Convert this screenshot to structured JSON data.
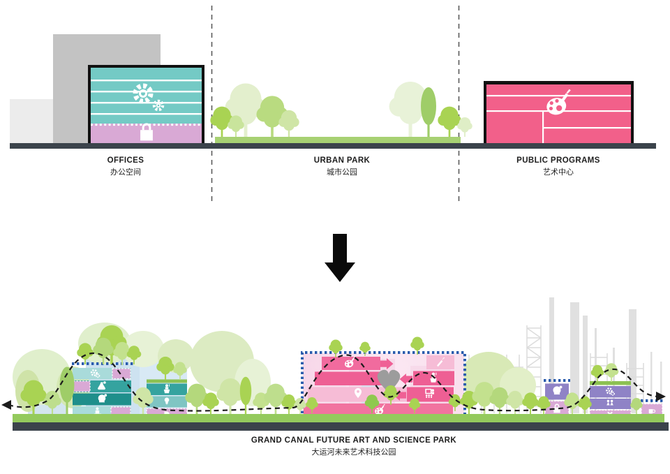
{
  "top_sections": [
    {
      "id": "offices",
      "label": "OFFICES",
      "label_zh": "办公空间",
      "icons": [
        "gears-icon",
        "shopping-bag-icon"
      ],
      "colors": {
        "facade": "#74cac5",
        "base_band": "#d9a9d5",
        "context": "#c3c3c3"
      }
    },
    {
      "id": "urban-park",
      "label": "URBAN PARK",
      "label_zh": "城市公园",
      "colors": {
        "lawn": "#a7d173",
        "tree_bright": "#a9d353",
        "tree_pale": "#e3efcd"
      }
    },
    {
      "id": "public-programs",
      "label": "PUBLIC PROGRAMS",
      "label_zh": "艺术中心",
      "icons": [
        "palette-icon"
      ],
      "colors": {
        "facade": "#f2608a"
      }
    }
  ],
  "bottom": {
    "title": "GRAND CANAL FUTURE ART AND SCIENCE PARK",
    "title_zh": "大运河未来艺术科技公园",
    "buildings": {
      "left_lab": {
        "icons": [
          "gears-icon",
          "flask-icon",
          "mind-icon",
          "workspace-icon"
        ]
      },
      "left_small": {
        "icons": [
          "lecture-icon",
          "lightbulb-icon",
          "vehicle-icon"
        ]
      },
      "central_art_hub": {
        "icons": [
          "palette-icon",
          "location-pin-icon",
          "paintbrush-icon",
          "lecture-icon",
          "presentation-icon",
          "heart-icon",
          "palette-icon"
        ]
      },
      "right_small": {
        "icons": [
          "mind-icon",
          "shopping-bag-icon"
        ]
      },
      "right_lab": {
        "icons": [
          "gears-icon",
          "people-icon",
          "crossed-tools-icon"
        ]
      },
      "kiosk": {
        "icons": [
          "coffee-cup-icon"
        ]
      }
    }
  },
  "colors": {
    "teal": "#74cac5",
    "teal_mid": "#35a39f",
    "teal_deep": "#1f8f8b",
    "pink": "#f2608a",
    "pink_bar": "#ee5f94",
    "pink_light": "#f6bcd6",
    "magenta_dash": "#d9a9d5",
    "purple": "#8f83c6",
    "lawn_green": "#94ca5d",
    "ground_dark": "#3b434b",
    "highlight_blue": "#2b5cad",
    "tree_bright": "#a9d353",
    "industry_gray": "#dcdcdc",
    "heart_gray": "#9c9c9c"
  }
}
